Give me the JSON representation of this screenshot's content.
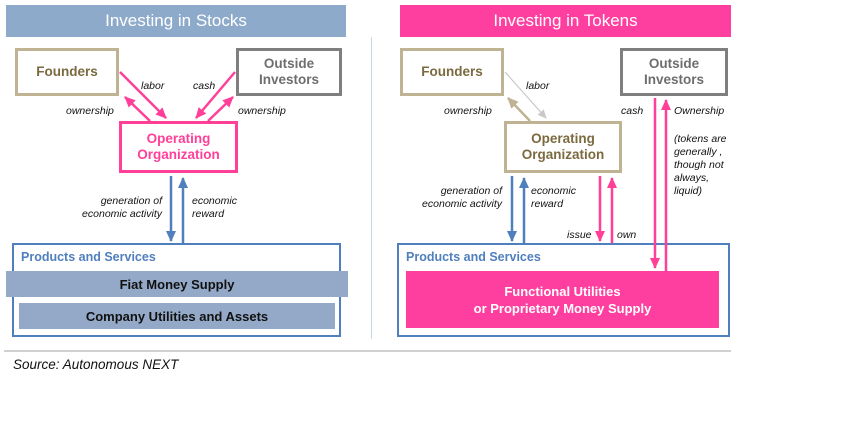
{
  "left_panel": {
    "title": "Investing in Stocks",
    "founders": "Founders",
    "outside_investors": "Outside Investors",
    "operating_org": "Operating Organization",
    "labels": {
      "labor": "labor",
      "cash": "cash",
      "ownership_left": "ownership",
      "ownership_right": "ownership",
      "generation": "generation of economic activity",
      "economic_reward": "economic reward"
    },
    "products_title": "Products and Services",
    "fiat_money_supply": "Fiat Money Supply",
    "company_utilities": "Company Utilities and Assets"
  },
  "right_panel": {
    "title": "Investing in Tokens",
    "founders": "Founders",
    "outside_investors": "Outside Investors",
    "operating_org": "Operating Organization",
    "labels": {
      "labor": "labor",
      "ownership": "ownership",
      "cash": "cash",
      "ownership_cap": "Ownership",
      "tokens_note": "(tokens are generally , though not always, liquid)",
      "generation": "generation of economic activity",
      "economic_reward": "economic reward",
      "issue": "issue",
      "own": "own"
    },
    "products_title": "Products and Services",
    "functional_utilities": "Functional Utilities",
    "proprietary_money": "or Proprietary Money Supply"
  },
  "source": "Source: Autonomous NEXT",
  "colors": {
    "stocks_banner": "#8eaacb",
    "tokens_banner": "#ff3fa0",
    "pink": "#ff3f98",
    "blue": "#4f7fbd",
    "tan": "#c0b393",
    "gray": "#7f7f7f",
    "bar_gray_blue": "#93a9c7",
    "divider": "#bfdcdc",
    "brown_text": "#7b6a3f",
    "gray_text": "#6e6e6e"
  }
}
